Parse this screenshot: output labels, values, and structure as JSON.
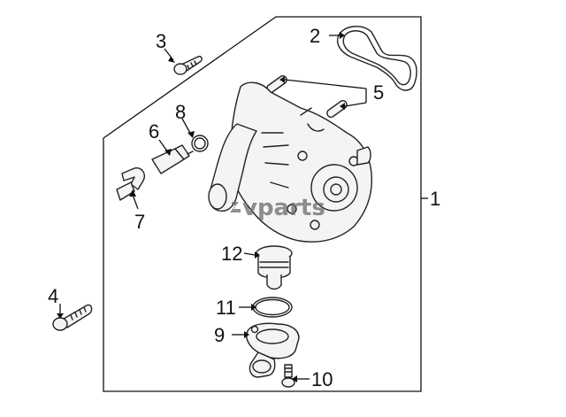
{
  "diagram": {
    "callouts": [
      {
        "id": "1",
        "label": "1"
      },
      {
        "id": "2",
        "label": "2"
      },
      {
        "id": "3",
        "label": "3"
      },
      {
        "id": "4",
        "label": "4"
      },
      {
        "id": "5",
        "label": "5"
      },
      {
        "id": "6",
        "label": "6"
      },
      {
        "id": "7",
        "label": "7"
      },
      {
        "id": "8",
        "label": "8"
      },
      {
        "id": "9",
        "label": "9"
      },
      {
        "id": "10",
        "label": "10"
      },
      {
        "id": "11",
        "label": "11"
      },
      {
        "id": "12",
        "label": "12"
      }
    ],
    "watermark": "vparts"
  }
}
